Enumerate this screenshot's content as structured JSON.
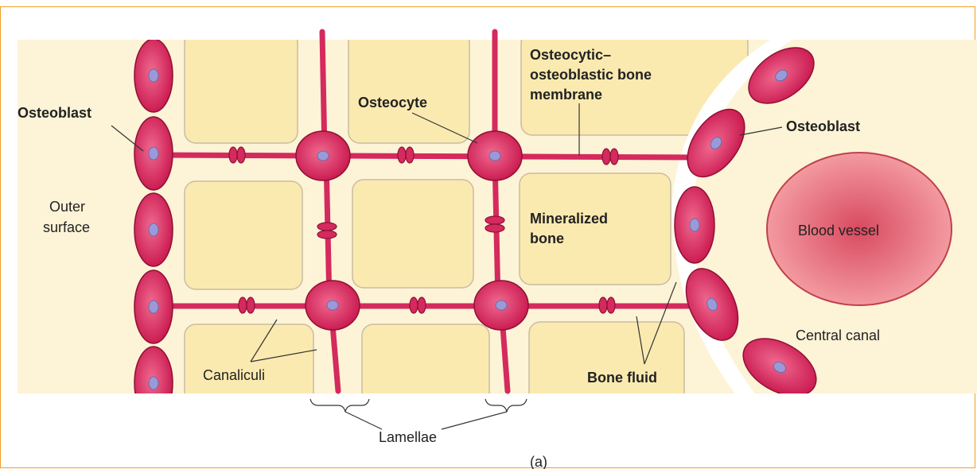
{
  "colors": {
    "background_band": "#fdf3d6",
    "mineralized_block": "#fbeab0",
    "block_outline": "#c9bca0",
    "cell": "#d42a5e",
    "cell_outline": "#8e1036",
    "nucleus": "#9a9ad8",
    "vessel": "#e06070",
    "border": "#f0a020"
  },
  "labels": {
    "osteoblast_left": "Osteoblast",
    "outer_surface_1": "Outer",
    "outer_surface_2": "surface",
    "osteocyte": "Osteocyte",
    "membrane_1": "Osteocytic–",
    "membrane_2": "osteoblastic bone",
    "membrane_3": "membrane",
    "osteoblast_right": "Osteoblast",
    "mineralized_1": "Mineralized",
    "mineralized_2": "bone",
    "blood_vessel": "Blood vessel",
    "central_canal": "Central canal",
    "canaliculi": "Canaliculi",
    "bone_fluid": "Bone fluid",
    "lamellae": "Lamellae",
    "panel": "(a)"
  }
}
